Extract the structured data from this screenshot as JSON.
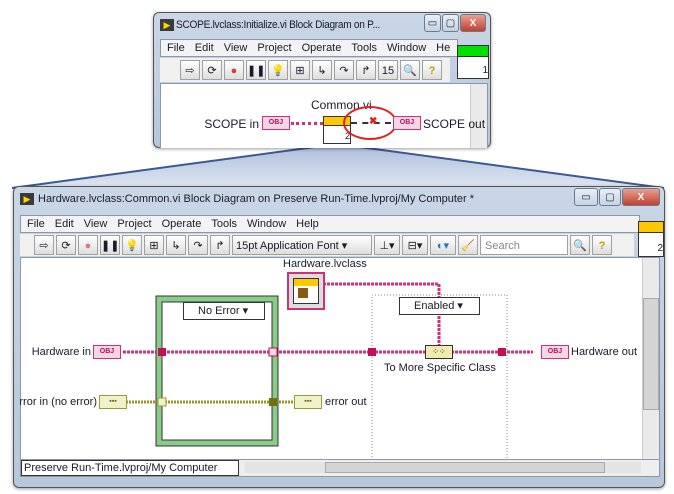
{
  "top_window": {
    "title": "SCOPE.lvclass:Initialize.vi Block Diagram on P...",
    "menu": [
      "File",
      "Edit",
      "View",
      "Project",
      "Operate",
      "Tools",
      "Window",
      "He"
    ],
    "font_size_field": "15",
    "connector_count": "1",
    "diagram": {
      "subvi_label": "Common.vi",
      "subvi_count": "2",
      "input_label": "SCOPE in",
      "output_label": "SCOPE out",
      "obj_tag": "OBJ"
    },
    "colors": {
      "highlight_circle": "#e02020",
      "wire": "#d0307a",
      "connector_green": "#00e000"
    }
  },
  "bottom_window": {
    "title": "Hardware.lvclass:Common.vi Block Diagram on Preserve Run-Time.lvproj/My Computer *",
    "menu": [
      "File",
      "Edit",
      "View",
      "Project",
      "Operate",
      "Tools",
      "Window",
      "Help"
    ],
    "font_select": "15pt Application Font",
    "search_placeholder": "Search",
    "connector_count": "2",
    "status_text": "Preserve Run-Time.lvproj/My Computer",
    "diagram": {
      "class_constant_label": "Hardware.lvclass",
      "case_selector": "No Error",
      "disable_selector": "Enabled",
      "hardware_in": "Hardware in",
      "hardware_out": "Hardware out",
      "error_in": "rror in (no error)",
      "error_out": "error out",
      "to_more_specific": "To More Specific Class",
      "obj_tag": "OBJ"
    },
    "colors": {
      "wire": "#d0307a",
      "error_wire": "#9a9a20",
      "case_border": "#7ac87a",
      "accent": "#ffd000"
    }
  }
}
